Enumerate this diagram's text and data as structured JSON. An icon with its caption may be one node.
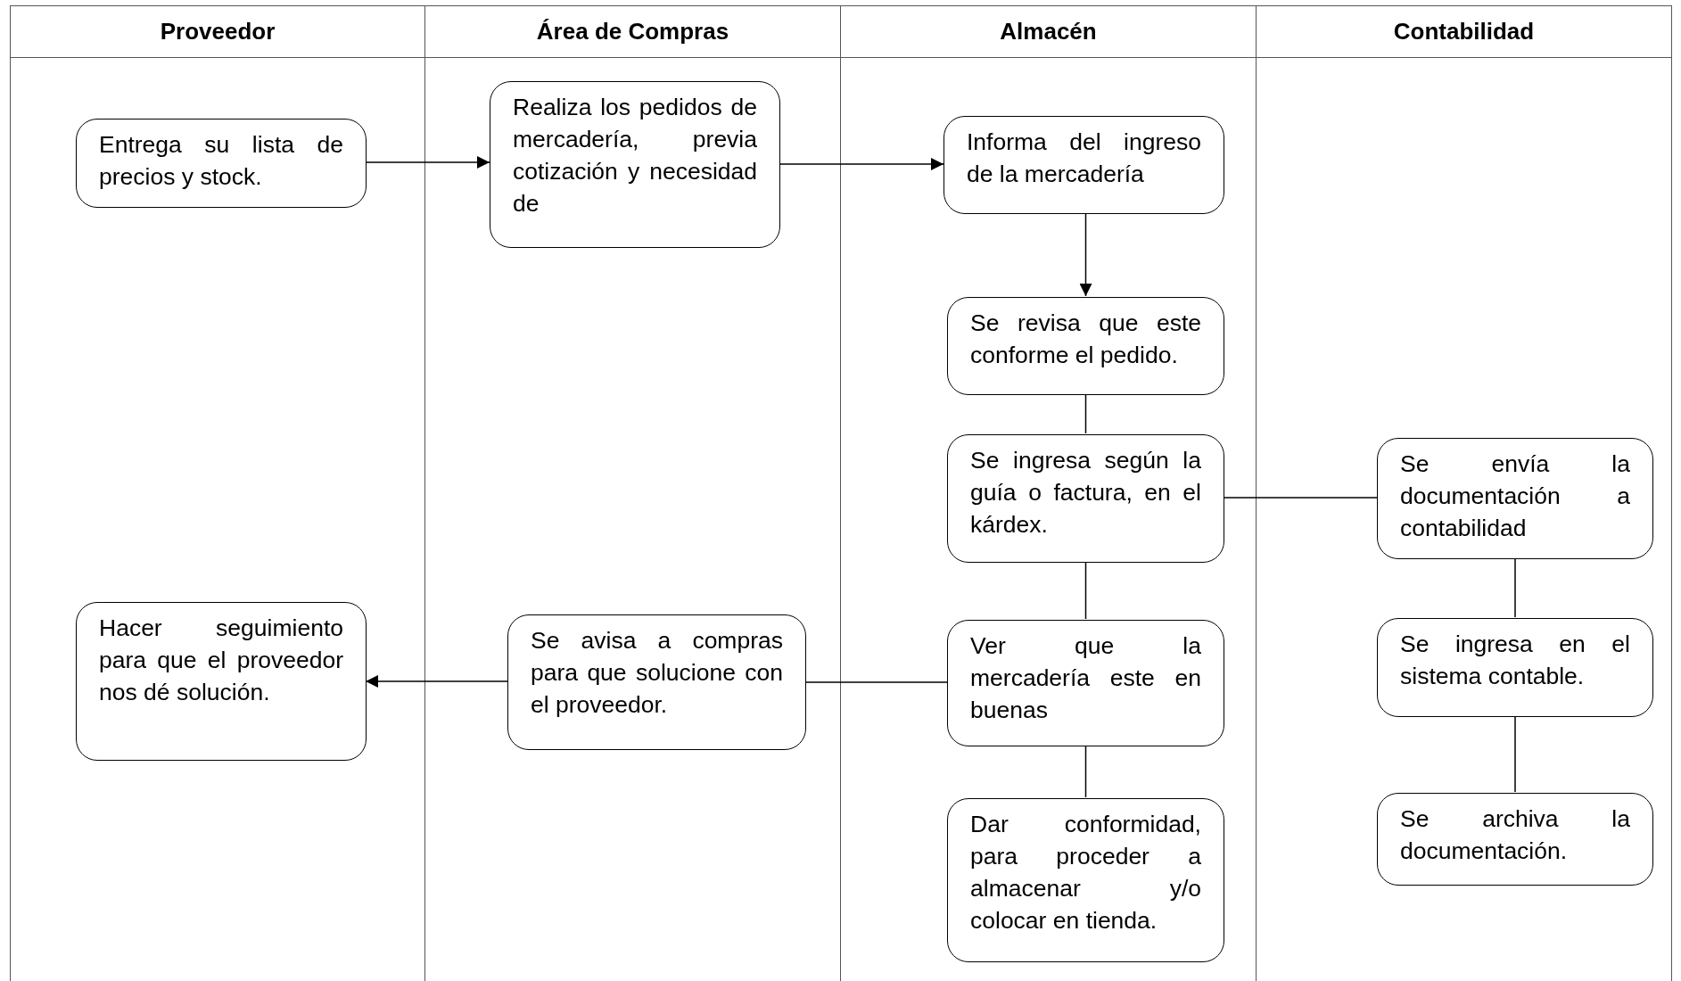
{
  "diagram": {
    "nodes": [
      {
        "text": [
          "Proveedor"
        ]
      },
      {
        "text": [
          "Área de Compras"
        ]
      },
      {
        "text": [
          "Almacén"
        ]
      },
      {
        "text": [
          "Contabilidad"
        ]
      },
      {
        "text": [
          "Entrega su lista de precios y stock."
        ],
        "in": 0
      },
      {
        "text": [
          "Realiza los pedidos de mercadería, previa cotización y necesidad de"
        ],
        "in": 1
      },
      {
        "text": [
          "Informa del ingreso de la mercadería"
        ],
        "in": 2
      },
      {
        "text": [
          "Se revisa que este conforme el pedido."
        ],
        "in": 2
      },
      {
        "text": [
          "Se ingresa según la guía o factura, en el kárdex."
        ],
        "in": 2
      },
      {
        "text": [
          "Ver que la mercadería este en buenas"
        ],
        "in": 2
      },
      {
        "text": [
          "Dar conformidad, para proceder a almacenar y/o colocar en tienda."
        ],
        "in": 2
      },
      {
        "text": [
          "Se avisa a compras para que solucione con el proveedor."
        ],
        "in": 1
      },
      {
        "text": [
          "Hacer seguimiento para que el proveedor nos dé solución."
        ],
        "in": 0
      },
      {
        "text": [
          "Se envía la documentación a contabilidad"
        ],
        "in": 3
      },
      {
        "text": [
          "Se ingresa en el sistema contable."
        ],
        "in": 3
      },
      {
        "text": [
          "Se archiva la documentación."
        ],
        "in": 3
      }
    ],
    "edges": [
      {
        "from": 4,
        "to": 5,
        "arrow": "to"
      },
      {
        "from": 5,
        "to": 6,
        "arrow": "to"
      },
      {
        "from": 6,
        "to": 7,
        "arrow": "to"
      },
      {
        "from": 7,
        "to": 8,
        "arrow": "none"
      },
      {
        "from": 8,
        "to": 13,
        "arrow": "none"
      },
      {
        "from": 8,
        "to": 9,
        "arrow": "none"
      },
      {
        "from": 9,
        "to": 11,
        "arrow": "none"
      },
      {
        "from": 11,
        "to": 12,
        "arrow": "to"
      },
      {
        "from": 9,
        "to": 10,
        "arrow": "none"
      },
      {
        "from": 13,
        "to": 14,
        "arrow": "none"
      },
      {
        "from": 14,
        "to": 15,
        "arrow": "none"
      }
    ]
  }
}
